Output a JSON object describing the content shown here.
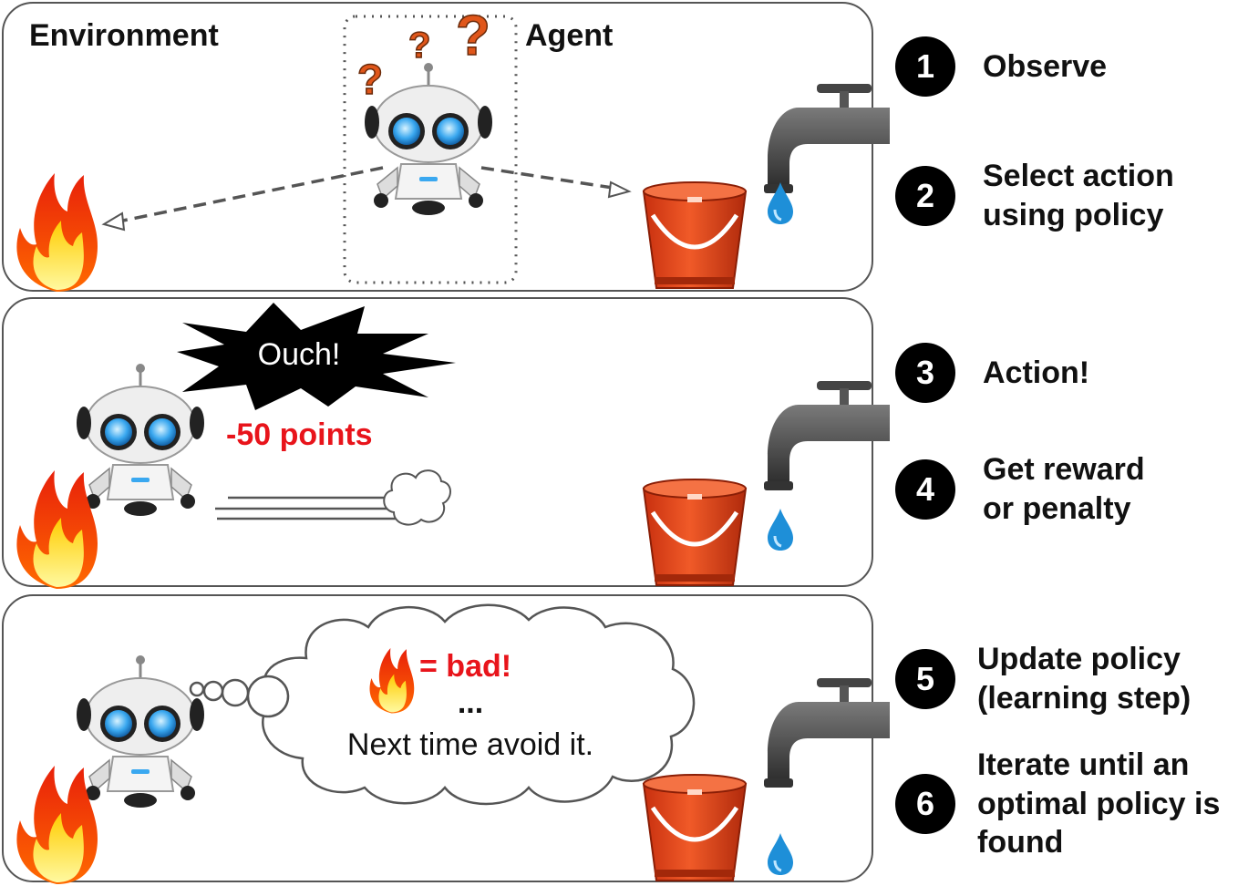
{
  "panel1": {
    "environment_label": "Environment",
    "agent_label": "Agent"
  },
  "panel2": {
    "speech": "Ouch!",
    "penalty": "-50 points"
  },
  "panel3": {
    "thought_bad": "= bad!",
    "thought_dots": "...",
    "thought_line": "Next time avoid it."
  },
  "steps": [
    {
      "num": "1",
      "text": "Observe"
    },
    {
      "num": "2",
      "text": "Select action\nusing policy"
    },
    {
      "num": "3",
      "text": "Action!"
    },
    {
      "num": "4",
      "text": "Get reward\nor penalty"
    },
    {
      "num": "5",
      "text": "Update policy\n(learning step)"
    },
    {
      "num": "6",
      "text": "Iterate until an\noptimal policy is\nfound"
    }
  ],
  "colors": {
    "penalty": "#e8141b",
    "bucket": "#e0401a",
    "water": "#1e8fd8",
    "robot_eye": "#3aa8f0"
  }
}
